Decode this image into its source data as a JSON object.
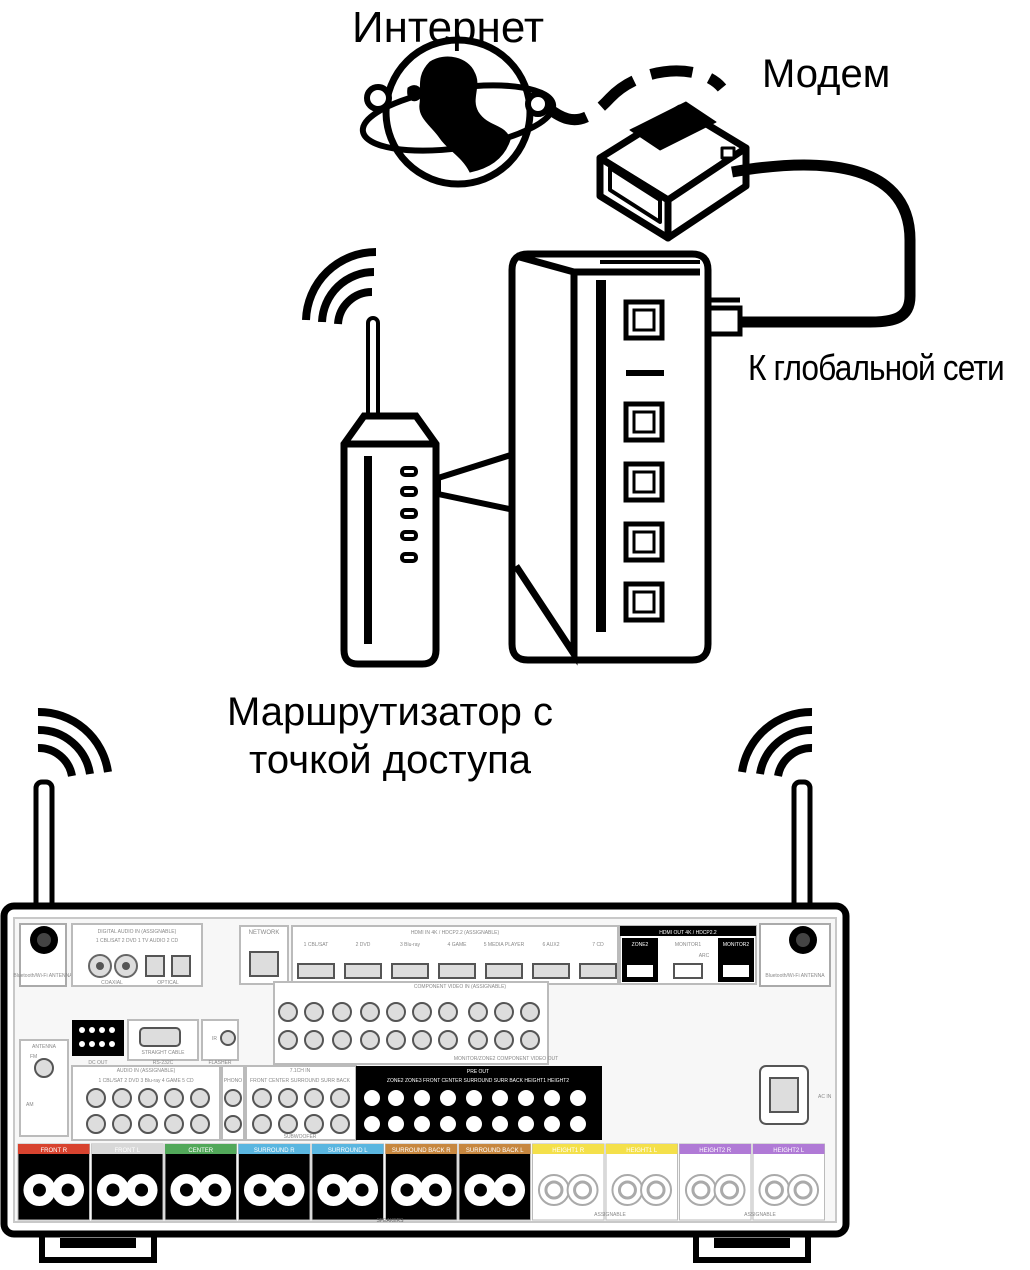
{
  "labels": {
    "internet": "Интернет",
    "modem": "Модем",
    "wan": "К глобальной сети",
    "router_line1": "Маршрутизатор с",
    "router_line2": "точкой доступа"
  },
  "receiver": {
    "network": "NETWORK",
    "digital_audio_title": "DIGITAL AUDIO IN (ASSIGNABLE)",
    "digital_audio_inputs": "1 CBL/SAT  2 DVD  1 TV AUDIO  2 CD",
    "coaxial": "COAXIAL",
    "optical": "OPTICAL",
    "bt_antenna_left": "Bluetooth/Wi-Fi ANTENNA",
    "bt_antenna_right": "Bluetooth/Wi-Fi ANTENNA",
    "hdmi_in_title": "HDMI IN   4K / HDCP2.2  (ASSIGNABLE)",
    "hdmi_in_ports": [
      "1 CBL/SAT",
      "2 DVD",
      "3 Blu-ray",
      "4 GAME",
      "5 MEDIA PLAYER",
      "6 AUX2",
      "7 CD"
    ],
    "hdmi_out_title": "HDMI OUT   4K / HDCP2.2",
    "hdmi_out_ports": [
      "ZONE2",
      "MONITOR1",
      "MONITOR2"
    ],
    "arc": "ARC",
    "component_in": "COMPONENT VIDEO IN (ASSIGNABLE)",
    "component_out": "MONITOR/ZONE2 COMPONENT VIDEO OUT",
    "antenna": "ANTENNA",
    "fm": "FM",
    "am": "AM",
    "dc_out": "DC OUT",
    "rs232c": "RS-232C",
    "straight_cable": "STRAIGHT CABLE",
    "flasher": "FLASHER",
    "ir": "IR",
    "audio_in": "AUDIO IN (ASSIGNABLE)",
    "audio_in_ports": "1 CBL/SAT  2 DVD  3 Blu-ray  4 GAME  5 CD",
    "phono": "PHONO",
    "ch71_in": "7.1CH IN",
    "ch71_ports": "FRONT  CENTER  SURROUND  SURR BACK",
    "subwoofer": "SUBWOOFER",
    "pre_out": "PRE OUT",
    "pre_out_ports": "ZONE2  ZONE3  FRONT  CENTER  SURROUND  SURR BACK  HEIGHT1  HEIGHT2",
    "ac_in": "AC IN",
    "speakers": "SPEAKERS",
    "assignable": "ASSIGNABLE",
    "speaker_groups": [
      "FRONT R",
      "FRONT L",
      "CENTER",
      "SURROUND R",
      "SURROUND L",
      "SURROUND BACK R",
      "SURROUND BACK L",
      "HEIGHT1 R",
      "HEIGHT1 L",
      "HEIGHT2 R",
      "HEIGHT2 L"
    ],
    "speaker_colors": [
      "#d8432f",
      "#d8d8d8",
      "#52a85a",
      "#5ab6e0",
      "#5ab6e0",
      "#c7873f",
      "#c7873f",
      "#f4e04a",
      "#f4e04a",
      "#b07ad6",
      "#b07ad6"
    ]
  }
}
